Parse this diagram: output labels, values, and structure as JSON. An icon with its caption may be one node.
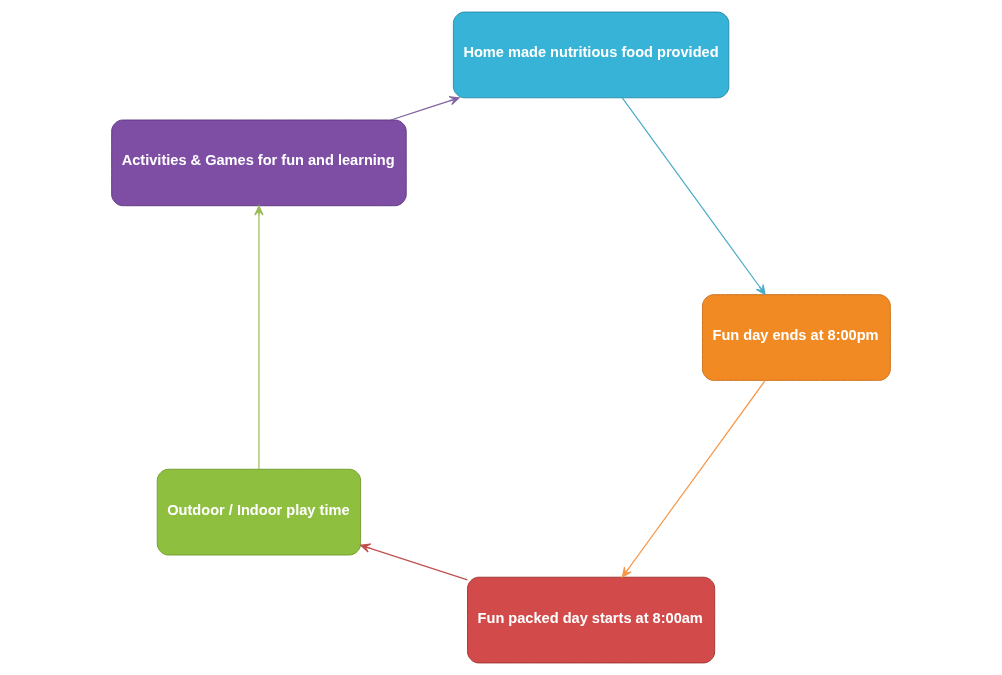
{
  "diagram": {
    "nodes": [
      {
        "text": [
          "Fun packed day starts at 8:00am"
        ]
      },
      {
        "text": [
          "Outdoor / Indoor play time"
        ]
      },
      {
        "text": [
          "Activities & Games for fun and learning"
        ]
      },
      {
        "text": [
          "Home made nutritious food provided"
        ]
      },
      {
        "text": [
          "Fun day ends at 8:00pm"
        ]
      }
    ],
    "edges": [
      {
        "from": 0,
        "to": 1,
        "arrow": "to",
        "color": "#c0504d"
      },
      {
        "from": 1,
        "to": 2,
        "arrow": "to",
        "color": "#9bbb59"
      },
      {
        "from": 2,
        "to": 3,
        "arrow": "to",
        "color": "#8064a2"
      },
      {
        "from": 3,
        "to": 4,
        "arrow": "to",
        "color": "#4bacc6"
      },
      {
        "from": 4,
        "to": 0,
        "arrow": "to",
        "color": "#f79646"
      }
    ]
  }
}
